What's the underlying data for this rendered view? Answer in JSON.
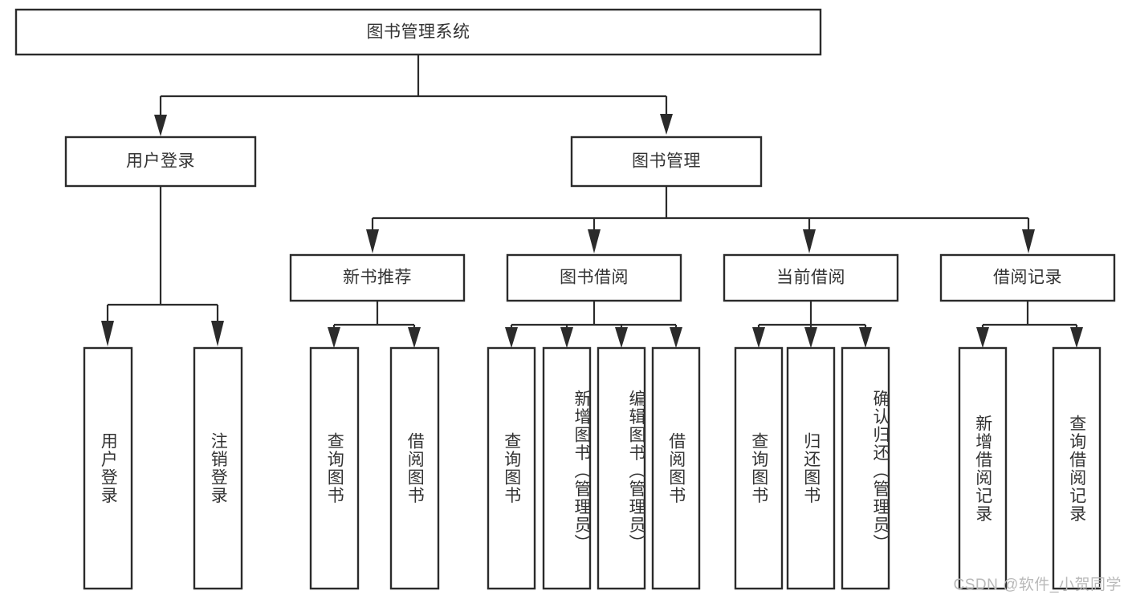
{
  "diagram": {
    "title": "图书管理系统",
    "type": "tree",
    "theme": {
      "box_fill": "#ffffff",
      "box_stroke": "#2b2b2b",
      "text_color": "#333333",
      "connector_color": "#2b2b2b",
      "background": "#ffffff",
      "watermark_color": "#b9b9b9"
    },
    "root": {
      "label": "图书管理系统"
    },
    "level2": [
      {
        "label": "用户登录"
      },
      {
        "label": "图书管理"
      }
    ],
    "level3": [
      {
        "label": "新书推荐"
      },
      {
        "label": "图书借阅"
      },
      {
        "label": "当前借阅"
      },
      {
        "label": "借阅记录"
      }
    ],
    "leaves": {
      "user_login": [
        {
          "label": "用户登录"
        },
        {
          "label": "注销登录"
        }
      ],
      "new_book_recommend": [
        {
          "label": "查询图书"
        },
        {
          "label": "借阅图书"
        }
      ],
      "book_borrow": [
        {
          "label": "查询图书"
        },
        {
          "label": "新增图书（管理员）"
        },
        {
          "label": "编辑图书（管理员）"
        },
        {
          "label": "借阅图书"
        }
      ],
      "current_borrow": [
        {
          "label": "查询图书"
        },
        {
          "label": "归还图书"
        },
        {
          "label": "确认归还（管理员）"
        }
      ],
      "borrow_record": [
        {
          "label": "新增借阅记录"
        },
        {
          "label": "查询借阅记录"
        }
      ]
    }
  },
  "watermark": {
    "text": "CSDN @软件_小贺同学"
  }
}
